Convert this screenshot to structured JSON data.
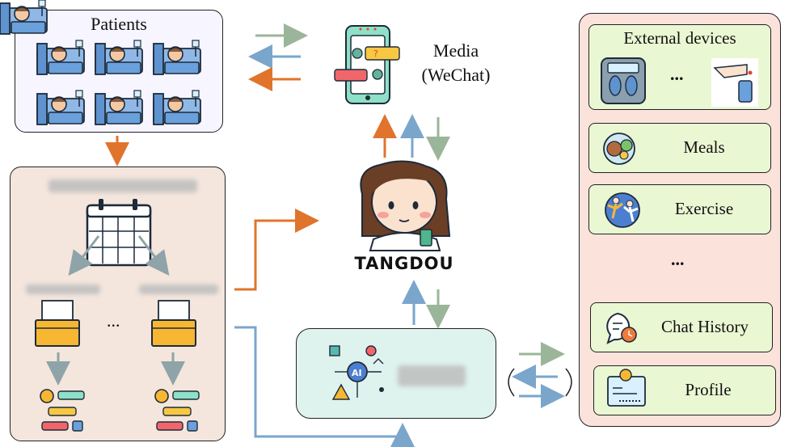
{
  "patients": {
    "title": "Patients",
    "bed_count": 6
  },
  "media": {
    "line1": "Media",
    "line2": "(WeChat)"
  },
  "agent": {
    "name": "TANGDOU"
  },
  "plan": {
    "ellipsis": "..."
  },
  "right_panel": {
    "external_devices": {
      "title": "External devices",
      "ellipsis": "..."
    },
    "items": [
      {
        "label": "Meals",
        "icon": "meals-icon"
      },
      {
        "label": "Exercise",
        "icon": "exercise-icon"
      }
    ],
    "ellipsis": "...",
    "chat_history": {
      "label": "Chat History",
      "icon": "chat-clock-icon"
    },
    "profile": {
      "label": "Profile",
      "icon": "profile-card-icon"
    }
  },
  "colors": {
    "orange": "#e0742c",
    "blue": "#7aa6cc",
    "green": "#9bb59a",
    "gray_arrow": "#8fa4a8",
    "panel_bg": "#fbe3dc",
    "card_bg": "#eaf7d3",
    "ai_bg": "#dff3ee",
    "left_bg": "#f4e6dd"
  }
}
